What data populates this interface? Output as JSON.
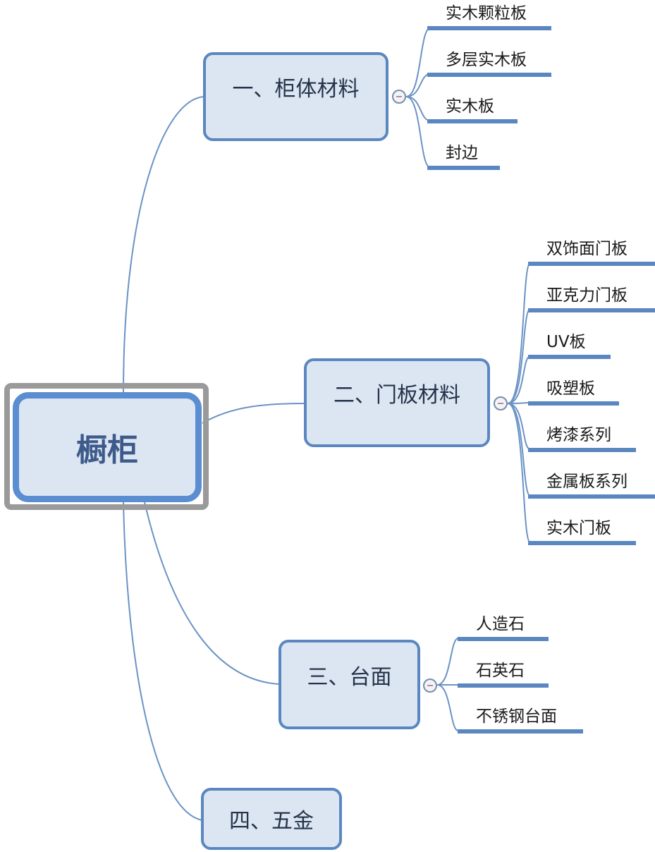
{
  "root": {
    "label": "橱柜"
  },
  "branches": [
    {
      "label": "一、柜体材料",
      "children": [
        "实木颗粒板",
        "多层实木板",
        "实木板",
        "封边"
      ]
    },
    {
      "label": "二、门板材料",
      "children": [
        "双饰面门板",
        "亚克力门板",
        "UV板",
        "吸塑板",
        "烤漆系列",
        "金属板系列",
        "实木门板"
      ]
    },
    {
      "label": "三、台面",
      "children": [
        "人造石",
        "石英石",
        "不锈钢台面"
      ]
    },
    {
      "label": "四、五金",
      "children": []
    }
  ],
  "colors": {
    "line": "#5b87c0",
    "node_fill": "#dce6f2",
    "root_border": "#5a8ed0",
    "frame": "#9a9a9a"
  },
  "icons": {
    "collapse": "minus-circle-icon"
  }
}
